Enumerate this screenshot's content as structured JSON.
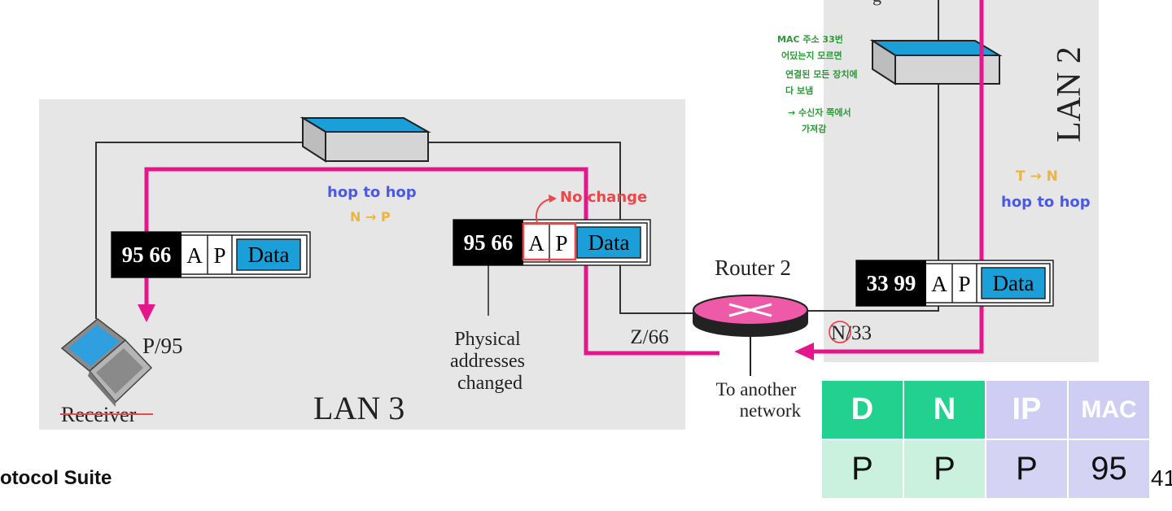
{
  "lan3": {
    "label": "LAN 3"
  },
  "lan2": {
    "label": "LAN 2"
  },
  "router": {
    "label": "Router 2"
  },
  "ports": {
    "z": "Z/66",
    "n_circle": "N",
    "n_rest": "/33",
    "p": "P/95"
  },
  "receiver": {
    "label": "Receiver"
  },
  "to_another": {
    "line1": "To another",
    "line2": "network"
  },
  "phys_note": {
    "line1": "Physical",
    "line2": "addresses",
    "line3": "changed"
  },
  "frame_left": {
    "dst": "95",
    "src": "66",
    "a": "A",
    "p": "P",
    "data": "Data"
  },
  "frame_mid": {
    "dst": "95",
    "src": "66",
    "a": "A",
    "p": "P",
    "data": "Data"
  },
  "frame_right": {
    "dst": "33",
    "src": "99",
    "a": "A",
    "p": "P",
    "data": "Data"
  },
  "annotations": {
    "hop_left": "hop to hop",
    "n_to_p": "N → P",
    "no_change": "No change",
    "t_to_n": "T → N",
    "hop_right": "hop to hop",
    "korean_1": "MAC 주소 33번",
    "korean_2": "어딨는지 모르면",
    "korean_3": "연결된 모든 장치에",
    "korean_4": "다 보냄",
    "korean_5": "→ 수신자 쪽에서",
    "korean_6": "가져감"
  },
  "table": {
    "headers": [
      "D",
      "N",
      "IP",
      "MAC"
    ],
    "values": [
      "P",
      "P",
      "P",
      "95"
    ],
    "colors": {
      "green_header": "#22d18e",
      "green_cell": "#c9f1de",
      "purple_header": "#cfcdf3",
      "purple_cell": "#d5d3f4"
    }
  },
  "footer": {
    "text": "otocol Suite",
    "page": "41"
  },
  "colors": {
    "path": "#e5158c",
    "router": "#ee5aa8",
    "switch_top": "#1a9fd9",
    "data_box": "#1a9fd9",
    "lan_bg": "#e6e6e6"
  }
}
